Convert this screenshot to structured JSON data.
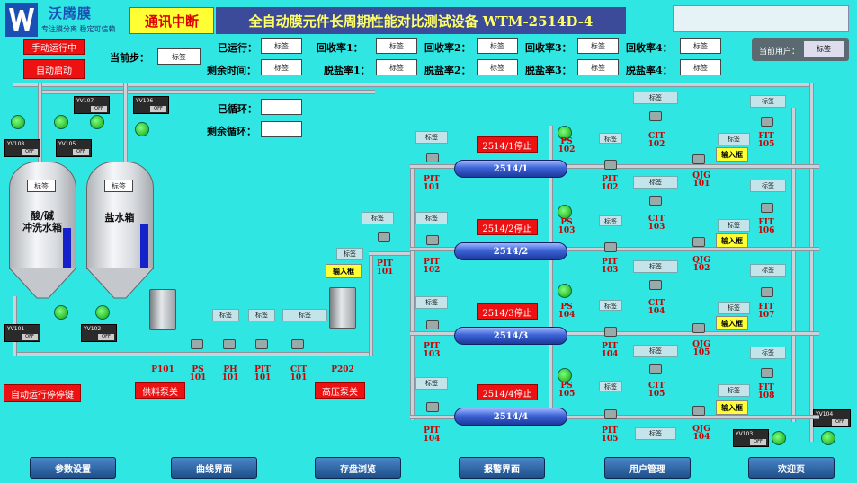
{
  "brand": {
    "name": "沃腾膜",
    "slogan": "专注膜分离 稳定可信赖",
    "logo_letter": "W"
  },
  "header": {
    "comm_status": "通讯中断",
    "title": "全自动膜元件长周期性能对比测试设备  WTM-2514D-4"
  },
  "user": {
    "label": "当前用户：",
    "value": "标签"
  },
  "mode": {
    "manual": "手动运行中",
    "auto_start": "自动启动",
    "auto_stop": "自动运行停停键"
  },
  "status": {
    "step_label": "当前步：",
    "step_value": "标签",
    "run_label": "已运行：",
    "run_value": "标签",
    "remain_label": "剩余时间：",
    "remain_value": "标签",
    "cycled_label": "已循环：",
    "cycled_value": "",
    "remain_cycle_label": "剩余循环：",
    "remain_cycle_value": ""
  },
  "recovery": [
    {
      "label": "回收率1：",
      "value": "标签"
    },
    {
      "label": "回收率2：",
      "value": "标签"
    },
    {
      "label": "回收率3：",
      "value": "标签"
    },
    {
      "label": "回收率4：",
      "value": "标签"
    }
  ],
  "desalt": [
    {
      "label": "脱盐率1：",
      "value": "标签"
    },
    {
      "label": "脱盐率2：",
      "value": "标签"
    },
    {
      "label": "脱盐率3：",
      "value": "标签"
    },
    {
      "label": "脱盐率4：",
      "value": "标签"
    }
  ],
  "tanks": [
    {
      "name": "酸/碱\n冲洗水箱",
      "level_label": "标签"
    },
    {
      "name": "盐水箱",
      "level_label": "标签"
    }
  ],
  "valves": {
    "v107": "YV107",
    "v106": "YV106",
    "v108": "YV108",
    "v105": "YV105",
    "v101": "YV101",
    "v102": "YV102",
    "v104": "YV104",
    "v103": "YV103",
    "off": "OFF"
  },
  "feed_line": {
    "p101": "P101",
    "feed_pump": "供料泵关",
    "ps101": "PS\n101",
    "ph101": "PH\n101",
    "pit101": "PIT\n101",
    "cit101": "CIT\n101",
    "p202": "P202",
    "hp_pump": "高压泵关",
    "g1": "标签",
    "g2": "标签",
    "g3": "标签",
    "main_pit": "PIT\n101",
    "main_val": "标签",
    "input": "输入框"
  },
  "units": [
    {
      "vessel": "2514/1",
      "status": "2514/1停止",
      "inlet_pit": "PIT\n101",
      "ps": "PS\n102",
      "pit_out": "PIT\n102",
      "cit": "CIT\n102",
      "ft": "FIT\n105",
      "qjg": "QJG\n101",
      "v1": "标签",
      "v2": "标签",
      "v3": "标签",
      "v4": "标签",
      "v5": "标签",
      "v6": "标签",
      "input": "输入框"
    },
    {
      "vessel": "2514/2",
      "status": "2514/2停止",
      "inlet_pit": "PIT\n102",
      "ps": "PS\n103",
      "pit_out": "PIT\n103",
      "cit": "CIT\n103",
      "ft": "FIT\n106",
      "qjg": "QJG\n102",
      "v1": "标签",
      "v2": "标签",
      "v3": "标签",
      "v4": "标签",
      "v5": "标签",
      "v6": "标签",
      "input": "输入框"
    },
    {
      "vessel": "2514/3",
      "status": "2514/3停止",
      "inlet_pit": "PIT\n103",
      "ps": "PS\n104",
      "pit_out": "PIT\n104",
      "cit": "CIT\n104",
      "ft": "FIT\n107",
      "qjg": "QJG\n105",
      "v1": "标签",
      "v2": "标签",
      "v3": "标签",
      "v4": "标签",
      "v5": "标签",
      "v6": "标签",
      "input": "输入框"
    },
    {
      "vessel": "2514/4",
      "status": "2514/4停止",
      "inlet_pit": "PIT\n104",
      "ps": "PS\n105",
      "pit_out": "PIT\n105",
      "cit": "CIT\n105",
      "ft": "FIT\n108",
      "qjg": "QJG\n104",
      "v1": "标签",
      "v2": "标签",
      "v3": "标签",
      "v4": "标签",
      "v5": "标签",
      "v6": "标签",
      "input": "输入框"
    }
  ],
  "nav": [
    {
      "label": "参数设置"
    },
    {
      "label": "曲线界面"
    },
    {
      "label": "存盘浏览"
    },
    {
      "label": "报警界面"
    },
    {
      "label": "用户管理"
    },
    {
      "label": "欢迎页"
    }
  ],
  "colors": {
    "background": "#2fe6e2",
    "title_bg": "#3c4a9a",
    "alarm_red": "#ee1111",
    "instrument_red": "#cc0000",
    "input_yellow": "#ffff33"
  }
}
